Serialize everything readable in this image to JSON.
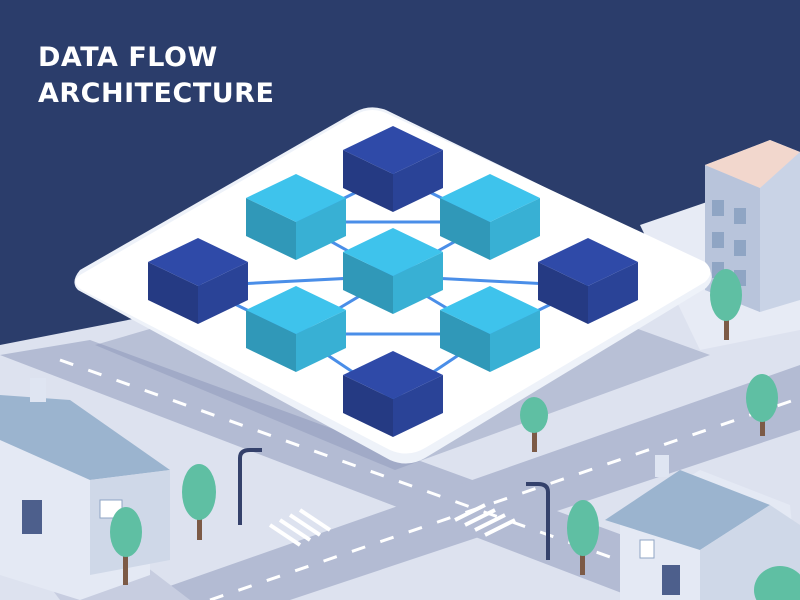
{
  "title": {
    "line1": "DATA FLOW",
    "line2": "ARCHITECTURE"
  },
  "colors": {
    "background": "#2b3d6b",
    "title_text": "#ffffff",
    "platform": "#ffffff",
    "node_primary": "#2f4aa8",
    "node_secondary": "#3ec3ec",
    "connector": "#4a8ee8",
    "road": "#a9b2cc",
    "ground": "#dde2ef",
    "tree": "#5fbfa3",
    "house_roof": "#9bb4cf"
  },
  "network": {
    "dark_nodes": [
      "top",
      "left",
      "right",
      "bottom"
    ],
    "light_nodes": [
      "upper-left",
      "upper-right",
      "center",
      "lower-left",
      "lower-right"
    ]
  },
  "icons": [
    "house-icon",
    "building-icon",
    "tree-icon",
    "street-lamp-icon"
  ]
}
